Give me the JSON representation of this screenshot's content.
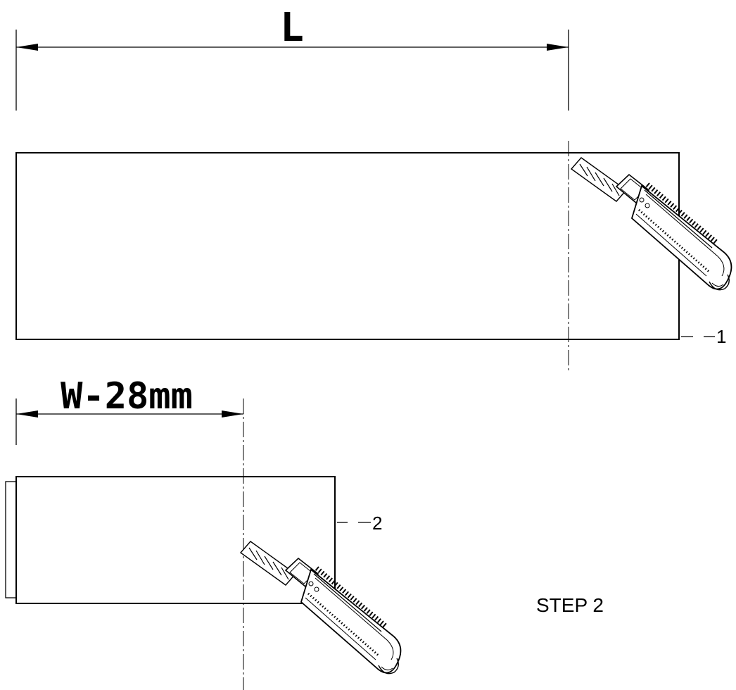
{
  "diagram": {
    "top_dimension_label": "L",
    "bottom_dimension_label": "W-28mm",
    "callout_1": "1",
    "callout_2": "2",
    "step_label": "STEP 2",
    "icons": [
      "utility-knife-icon",
      "utility-knife-icon"
    ]
  }
}
